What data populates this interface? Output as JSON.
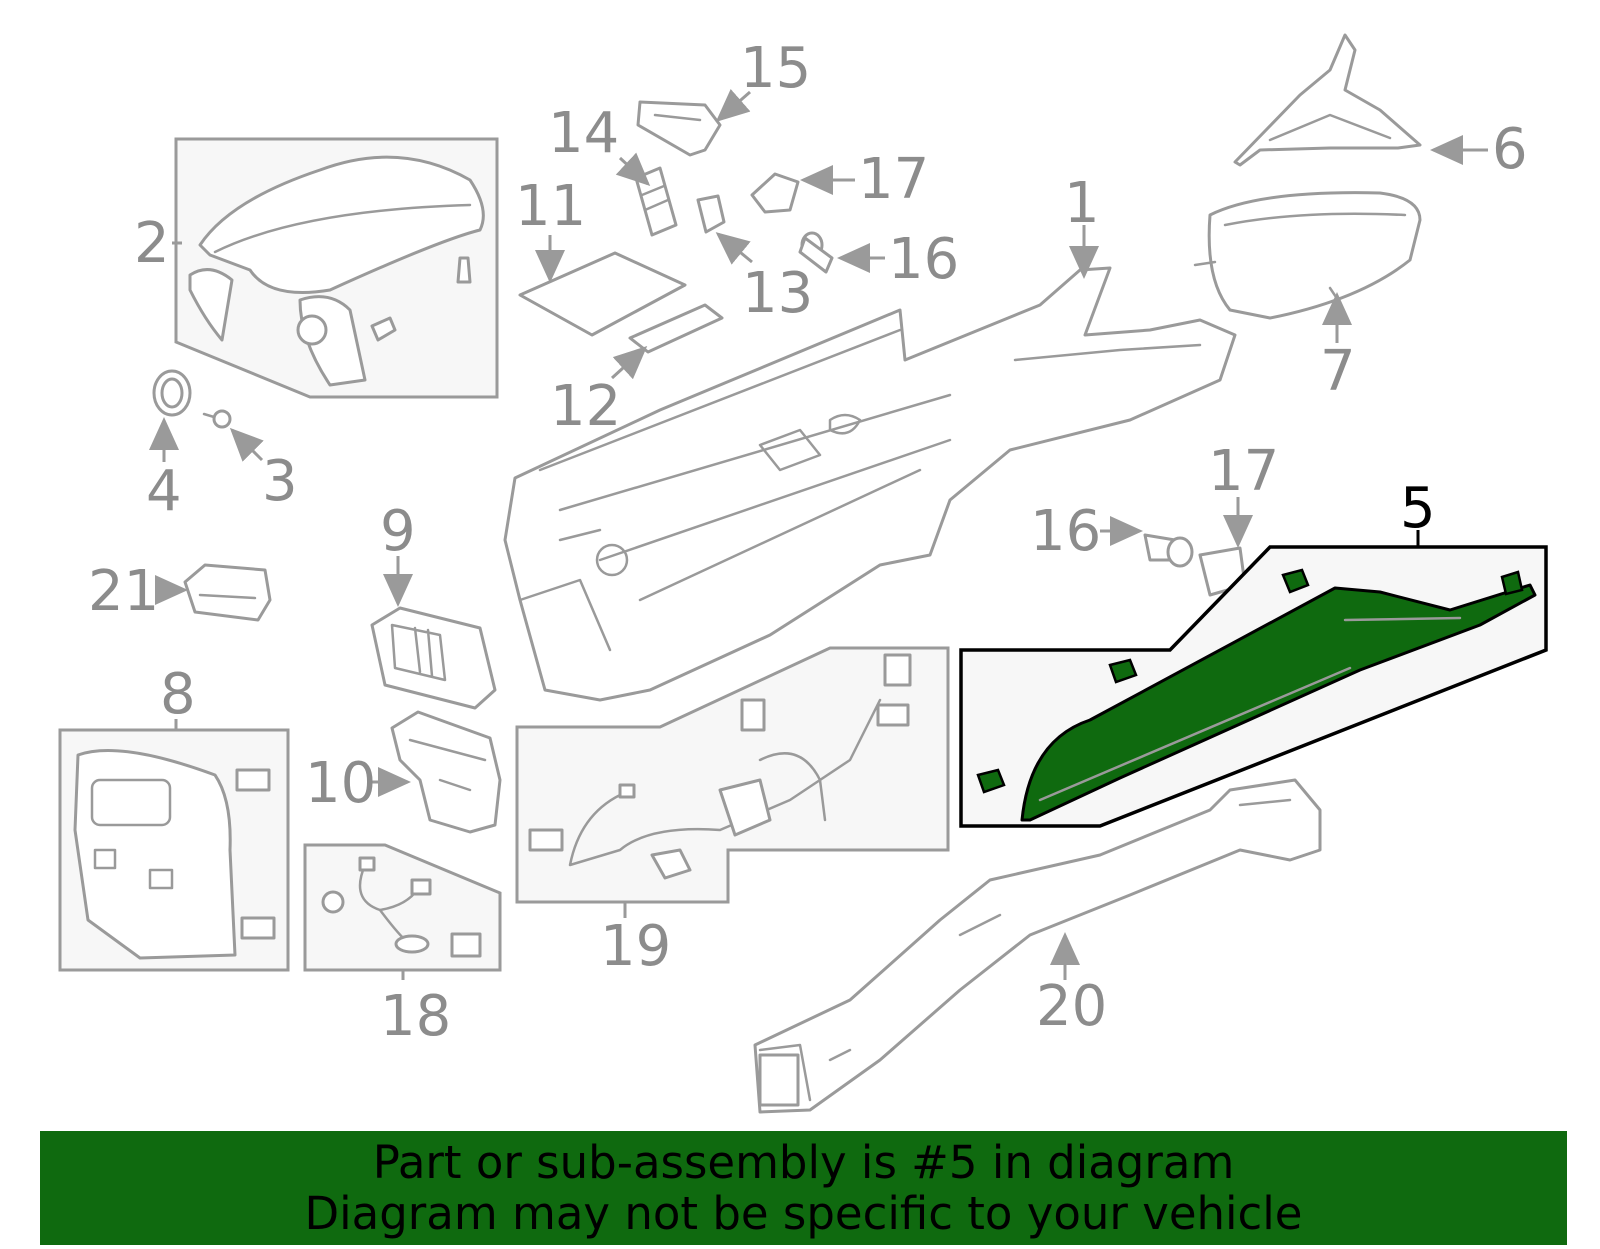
{
  "callouts": {
    "c1": "1",
    "c2": "2",
    "c3": "3",
    "c4": "4",
    "c5": "5",
    "c6": "6",
    "c7": "7",
    "c8": "8",
    "c9": "9",
    "c10": "10",
    "c11": "11",
    "c12": "12",
    "c13": "13",
    "c14": "14",
    "c15": "15",
    "c16a": "16",
    "c16b": "16",
    "c17a": "17",
    "c17b": "17",
    "c18": "18",
    "c19": "19",
    "c20": "20",
    "c21": "21"
  },
  "highlight": {
    "part_number": "5",
    "color": "#0f6a0f"
  },
  "banner": {
    "line1": "Part or sub-assembly is #5 in diagram",
    "line2": "Diagram may not be specific to your vehicle",
    "background": "#0f6a0f"
  }
}
